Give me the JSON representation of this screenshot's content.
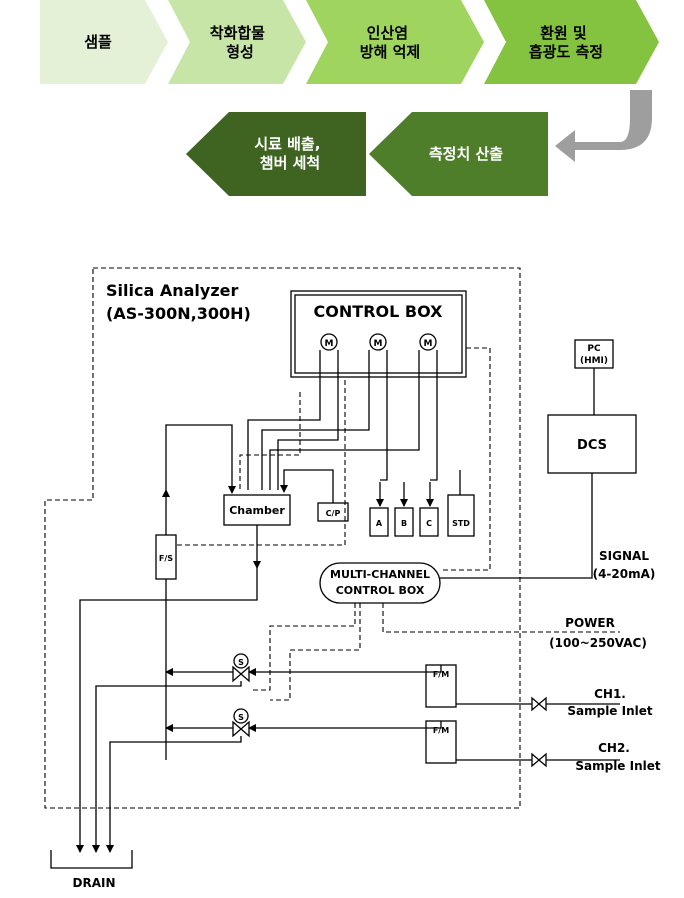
{
  "process": {
    "steps": [
      {
        "lines": [
          "샘플"
        ]
      },
      {
        "lines": [
          "착화합물",
          "형성"
        ]
      },
      {
        "lines": [
          "인산염",
          "방해 억제"
        ]
      },
      {
        "lines": [
          "환원 및",
          "흡광도 측정"
        ]
      },
      {
        "lines": [
          "측정치 산출"
        ]
      },
      {
        "lines": [
          "시료 배출,",
          "챔버 세척"
        ]
      }
    ],
    "colors": {
      "step1": "#e4f1d6",
      "step2": "#c8e5a8",
      "step3": "#9fd45f",
      "step4": "#84c340",
      "step5": "#4f7e2a",
      "step6": "#3f6422",
      "return_arrow": "#9e9e9e"
    }
  },
  "diagram": {
    "analyzer_title": "Silica Analyzer",
    "analyzer_model": "(AS-300N,300H)",
    "control_box": "CONTROL BOX",
    "motor_label": "M",
    "chamber": "Chamber",
    "cp": "C/P",
    "reagents": [
      "A",
      "B",
      "C",
      "STD"
    ],
    "fs": "F/S",
    "multi_channel_line1": "MULTI-CHANNEL",
    "multi_channel_line2": "CONTROL BOX",
    "pc_line1": "PC",
    "pc_line2": "(HMI)",
    "dcs": "DCS",
    "signal_line1": "SIGNAL",
    "signal_line2": "(4-20mA)",
    "power_line1": "POWER",
    "power_line2": "(100~250VAC)",
    "fm": "F/M",
    "valve_label": "S",
    "ch1_line1": "CH1.",
    "ch1_line2": "Sample Inlet",
    "ch2_line1": "CH2.",
    "ch2_line2": "Sample Inlet",
    "drain": "DRAIN"
  }
}
